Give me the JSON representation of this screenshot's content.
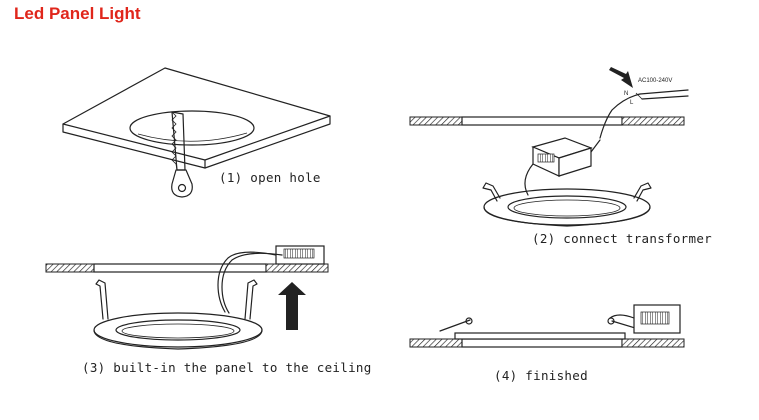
{
  "title": "Led Panel Light",
  "steps": [
    {
      "caption": "(1) open hole"
    },
    {
      "caption": "(2) connect transformer"
    },
    {
      "caption": "(3) built-in the panel to the ceiling"
    },
    {
      "caption": "(4) finished"
    }
  ],
  "voltage_label": "AC100-240V",
  "wire_labels": {
    "n": "N",
    "l": "L"
  },
  "colors": {
    "title": "#e0261b",
    "line": "#222222"
  }
}
